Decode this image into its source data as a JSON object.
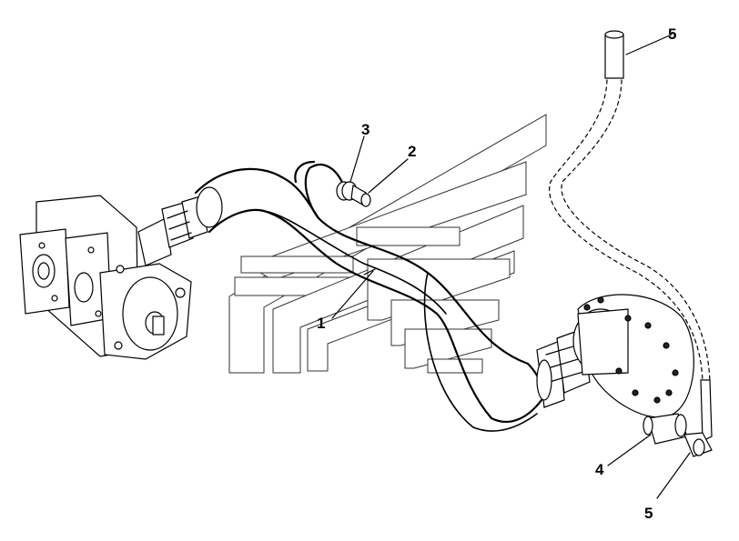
{
  "callouts": [
    {
      "id": "callout-1",
      "label": "1"
    },
    {
      "id": "callout-2",
      "label": "2"
    },
    {
      "id": "callout-3",
      "label": "3"
    },
    {
      "id": "callout-4",
      "label": "4"
    },
    {
      "id": "callout-5-top",
      "label": "5"
    },
    {
      "id": "callout-5-bottom",
      "label": "5"
    }
  ],
  "colors": {
    "line": "#000000",
    "watermark": "#333333",
    "background": "#ffffff"
  }
}
